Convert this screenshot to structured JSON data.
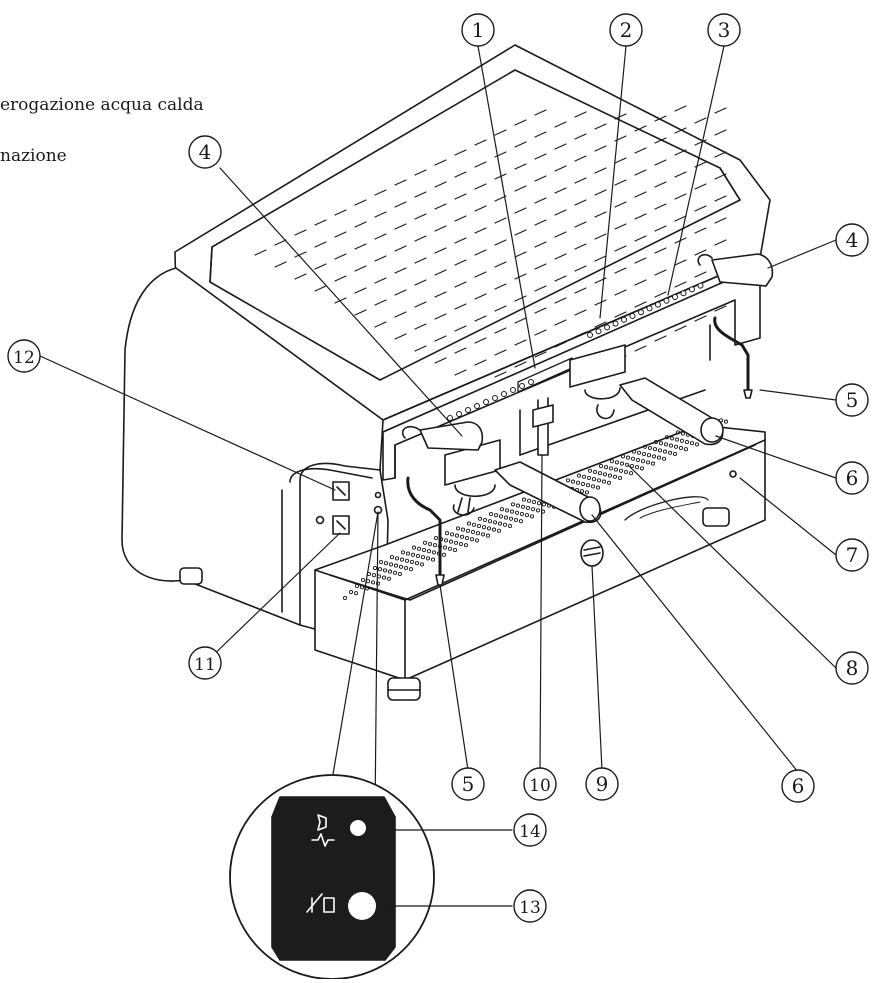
{
  "captions": {
    "line1": "erogazione acqua calda",
    "line2": "nazione"
  },
  "callouts": [
    {
      "id": "c1",
      "label": "1"
    },
    {
      "id": "c2",
      "label": "2"
    },
    {
      "id": "c3",
      "label": "3"
    },
    {
      "id": "c4a",
      "label": "4"
    },
    {
      "id": "c4b",
      "label": "4"
    },
    {
      "id": "c5a",
      "label": "5"
    },
    {
      "id": "c5b",
      "label": "5"
    },
    {
      "id": "c6a",
      "label": "6"
    },
    {
      "id": "c6b",
      "label": "6"
    },
    {
      "id": "c7",
      "label": "7"
    },
    {
      "id": "c8",
      "label": "8"
    },
    {
      "id": "c9",
      "label": "9"
    },
    {
      "id": "c10",
      "label": "10"
    },
    {
      "id": "c11",
      "label": "11"
    },
    {
      "id": "c12",
      "label": "12"
    },
    {
      "id": "c13",
      "label": "13"
    },
    {
      "id": "c14",
      "label": "14"
    }
  ],
  "colors": {
    "line": "#1a1a1a",
    "panel": "#1c1c1c",
    "fill": "#ffffff"
  }
}
